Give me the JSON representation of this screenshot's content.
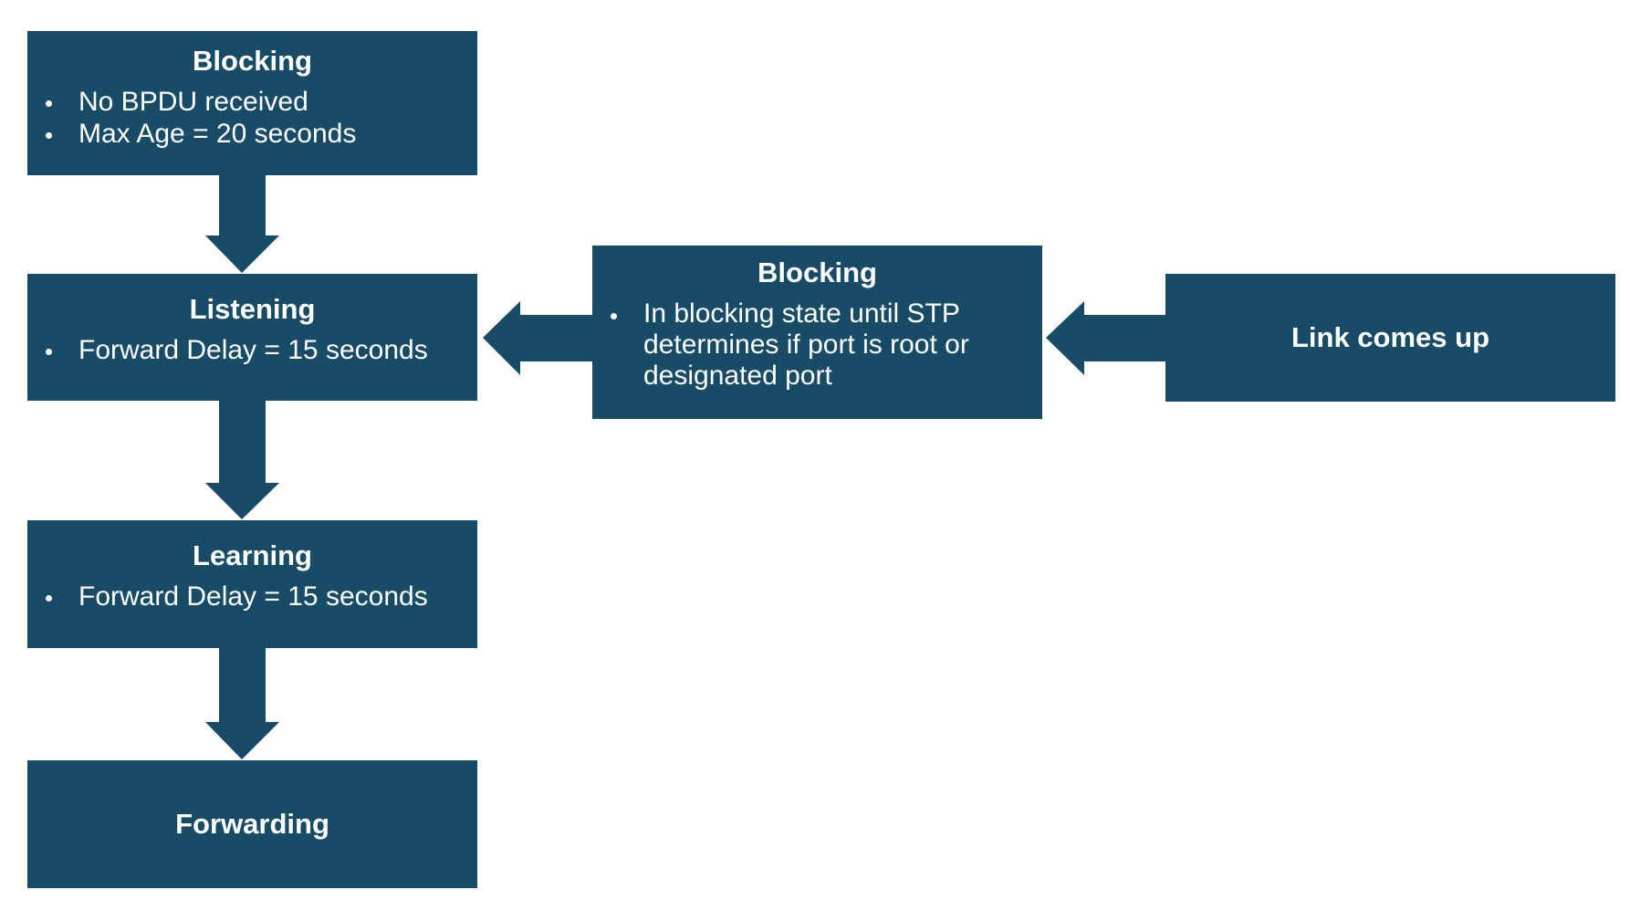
{
  "diagram": {
    "colors": {
      "box_fill": "#174b66",
      "text": "#ffffff",
      "arrow": "#174b66",
      "background": "#ffffff"
    },
    "nodes": {
      "blocking_top": {
        "title": "Blocking",
        "items": [
          "No BPDU received",
          "Max Age = 20 seconds"
        ]
      },
      "listening": {
        "title": "Listening",
        "items": [
          "Forward Delay = 15 seconds"
        ]
      },
      "learning": {
        "title": "Learning",
        "items": [
          "Forward Delay = 15 seconds"
        ]
      },
      "forwarding": {
        "title": "Forwarding"
      },
      "blocking_mid": {
        "title": "Blocking",
        "items": [
          "In blocking state until STP determines if port is root or designated port"
        ]
      },
      "link_up": {
        "title": "Link comes up"
      }
    },
    "edges": [
      {
        "from": "link_up",
        "to": "blocking_mid"
      },
      {
        "from": "blocking_mid",
        "to": "listening"
      },
      {
        "from": "blocking_top",
        "to": "listening"
      },
      {
        "from": "listening",
        "to": "learning"
      },
      {
        "from": "learning",
        "to": "forwarding"
      }
    ]
  }
}
